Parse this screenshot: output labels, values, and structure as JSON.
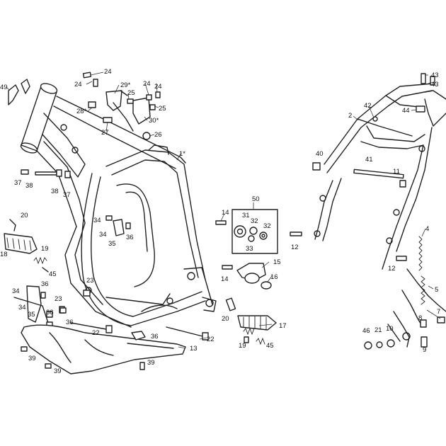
{
  "callouts": [
    {
      "id": "c-49",
      "text": "49"
    },
    {
      "id": "c-24a",
      "text": "24"
    },
    {
      "id": "c-24b",
      "text": "24"
    },
    {
      "id": "c-29",
      "text": "29*"
    },
    {
      "id": "c-24c",
      "text": "24"
    },
    {
      "id": "c-24d",
      "text": "24"
    },
    {
      "id": "c-25a",
      "text": "25"
    },
    {
      "id": "c-25b",
      "text": "25"
    },
    {
      "id": "c-28",
      "text": "28*"
    },
    {
      "id": "c-27",
      "text": "27"
    },
    {
      "id": "c-30",
      "text": "30*"
    },
    {
      "id": "c-26",
      "text": "26"
    },
    {
      "id": "c-1",
      "text": "1*"
    },
    {
      "id": "c-37a",
      "text": "37"
    },
    {
      "id": "c-38a",
      "text": "38"
    },
    {
      "id": "c-38b",
      "text": "38"
    },
    {
      "id": "c-37b",
      "text": "37"
    },
    {
      "id": "c-20a",
      "text": "20"
    },
    {
      "id": "c-18",
      "text": "18"
    },
    {
      "id": "c-19a",
      "text": "19"
    },
    {
      "id": "c-45a",
      "text": "45"
    },
    {
      "id": "c-34a",
      "text": "34"
    },
    {
      "id": "c-34b",
      "text": "34"
    },
    {
      "id": "c-35a",
      "text": "35"
    },
    {
      "id": "c-36a",
      "text": "36"
    },
    {
      "id": "c-14a",
      "text": "14"
    },
    {
      "id": "c-50",
      "text": "50"
    },
    {
      "id": "c-31",
      "text": "31"
    },
    {
      "id": "c-32a",
      "text": "32"
    },
    {
      "id": "c-32b",
      "text": "32"
    },
    {
      "id": "c-33",
      "text": "33"
    },
    {
      "id": "c-15",
      "text": "15"
    },
    {
      "id": "c-14b",
      "text": "14"
    },
    {
      "id": "c-16",
      "text": "16"
    },
    {
      "id": "c-34c",
      "text": "34"
    },
    {
      "id": "c-36b",
      "text": "36"
    },
    {
      "id": "c-34d",
      "text": "34"
    },
    {
      "id": "c-35b",
      "text": "35"
    },
    {
      "id": "c-23a",
      "text": "23"
    },
    {
      "id": "c-23b",
      "text": "23"
    },
    {
      "id": "c-36c",
      "text": "36"
    },
    {
      "id": "c-36d",
      "text": "36"
    },
    {
      "id": "c-36e",
      "text": "36"
    },
    {
      "id": "c-22a",
      "text": "22"
    },
    {
      "id": "c-22b",
      "text": "22"
    },
    {
      "id": "c-20b",
      "text": "20"
    },
    {
      "id": "c-17",
      "text": "17"
    },
    {
      "id": "c-19b",
      "text": "19"
    },
    {
      "id": "c-45b",
      "text": "45"
    },
    {
      "id": "c-13",
      "text": "13"
    },
    {
      "id": "c-39a",
      "text": "39"
    },
    {
      "id": "c-39b",
      "text": "39"
    },
    {
      "id": "c-39c",
      "text": "39"
    },
    {
      "id": "c-43a",
      "text": "43"
    },
    {
      "id": "c-43b",
      "text": "43"
    },
    {
      "id": "c-2",
      "text": "2"
    },
    {
      "id": "c-42",
      "text": "42"
    },
    {
      "id": "c-44",
      "text": "44"
    },
    {
      "id": "c-40",
      "text": "40"
    },
    {
      "id": "c-41",
      "text": "41"
    },
    {
      "id": "c-11",
      "text": "11"
    },
    {
      "id": "c-12a",
      "text": "12"
    },
    {
      "id": "c-12b",
      "text": "12"
    },
    {
      "id": "c-4",
      "text": "4"
    },
    {
      "id": "c-5",
      "text": "5"
    },
    {
      "id": "c-7",
      "text": "7"
    },
    {
      "id": "c-8",
      "text": "8"
    },
    {
      "id": "c-46",
      "text": "46"
    },
    {
      "id": "c-21",
      "text": "21"
    },
    {
      "id": "c-10",
      "text": "10"
    },
    {
      "id": "c-9",
      "text": "9"
    }
  ]
}
